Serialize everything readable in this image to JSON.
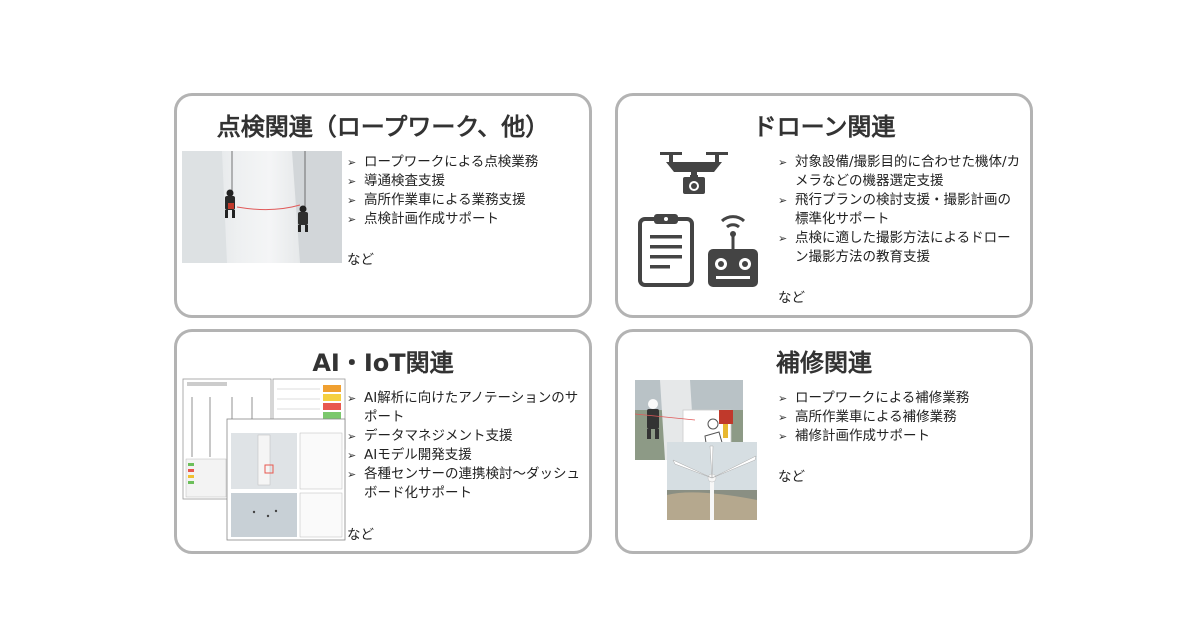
{
  "cards": [
    {
      "title": "点検関連（ロープワーク、他）",
      "items": [
        "ロープワークによる点検業務",
        "導通検査支援",
        "高所作業車による業務支援",
        "点検計画作成サポート"
      ],
      "etc": "など",
      "image": "rope-access-inspection-photo"
    },
    {
      "title": "ドローン関連",
      "items": [
        "対象設備/撮影目的に合わせた機体/カメラなどの機器選定支援",
        "飛行プランの検討支援・撮影計画の標準化サポート",
        "点検に適した撮影方法によるドローン撮影方法の教育支援"
      ],
      "etc": "など",
      "icons": [
        "drone-icon",
        "clipboard-icon",
        "controller-icon"
      ]
    },
    {
      "title": "AI・IoT関連",
      "items": [
        "AI解析に向けたアノテーションのサポート",
        "データマネジメント支援",
        "AIモデル開発支援",
        "各種センサーの連携検討～ダッシュボード化サポート"
      ],
      "etc": "など",
      "image": "annotation-documents-thumbnail"
    },
    {
      "title": "補修関連",
      "items": [
        "ロープワークによる補修業務",
        "高所作業車による補修業務",
        "補修計画作成サポート"
      ],
      "etc": "など",
      "image": "repair-work-photos"
    }
  ],
  "colors": {
    "border": "#b3b3b3",
    "icon": "#444444",
    "highlight": "#e8584f"
  }
}
